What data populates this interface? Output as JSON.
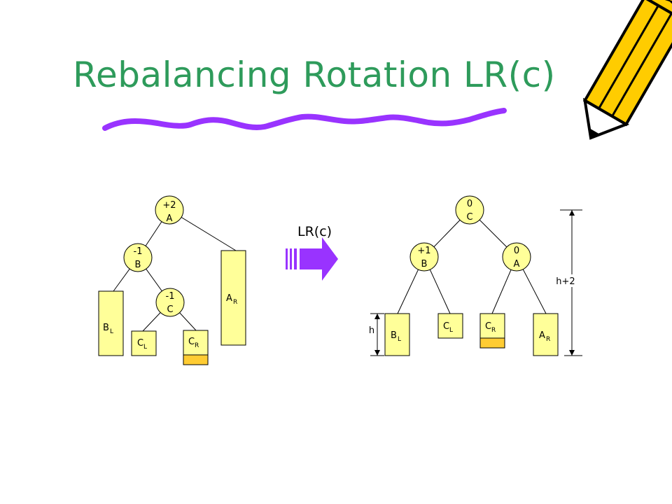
{
  "slide": {
    "title": "Rebalancing Rotation LR(c)"
  },
  "colors": {
    "title": "#2e9b5b",
    "underline": "#9933ff",
    "node_fill": "#ffff99",
    "extension_fill": "#ffcc33",
    "arrow_fill": "#9933ff"
  },
  "arrow": {
    "label": "LR(c)"
  },
  "before_tree": {
    "node_a": {
      "balance": "+2",
      "name": "A"
    },
    "node_b": {
      "balance": "-1",
      "name": "B"
    },
    "node_c": {
      "balance": "-1",
      "name": "C"
    },
    "subtree_bl": {
      "main": "B",
      "sub": "L"
    },
    "subtree_cl": {
      "main": "C",
      "sub": "L"
    },
    "subtree_cr": {
      "main": "C",
      "sub": "R"
    },
    "subtree_ar": {
      "main": "A",
      "sub": "R"
    }
  },
  "after_tree": {
    "node_c": {
      "balance": "0",
      "name": "C"
    },
    "node_b": {
      "balance": "+1",
      "name": "B"
    },
    "node_a": {
      "balance": "0",
      "name": "A"
    },
    "subtree_bl": {
      "main": "B",
      "sub": "L"
    },
    "subtree_cl": {
      "main": "C",
      "sub": "L"
    },
    "subtree_cr": {
      "main": "C",
      "sub": "R"
    },
    "subtree_ar": {
      "main": "A",
      "sub": "R"
    },
    "height_label": "h",
    "total_height_label": "h+2"
  },
  "icons": [
    "pencil-icon"
  ]
}
